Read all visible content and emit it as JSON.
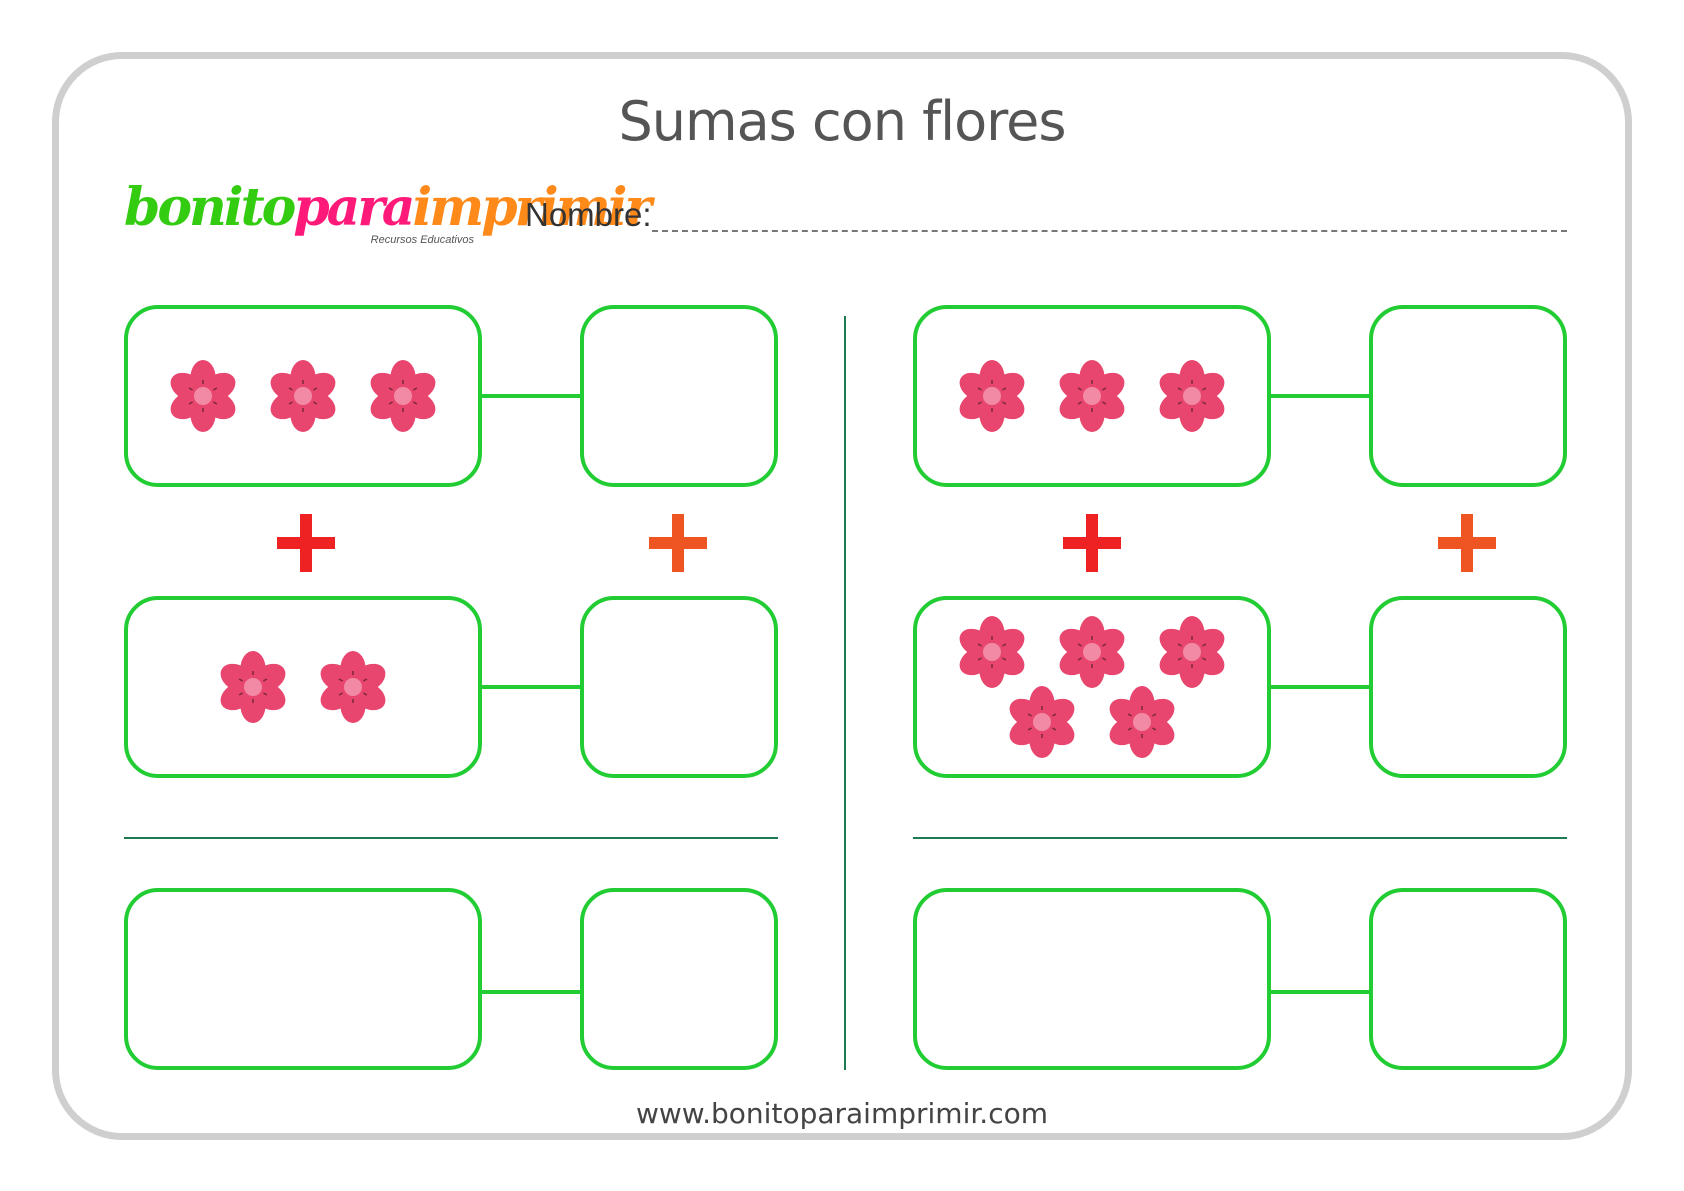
{
  "worksheet": {
    "title": "Sumas con flores",
    "logo": {
      "part1": "bonito",
      "part2": "para",
      "part3": "imprimir",
      "tagline": "Recursos Educativos"
    },
    "name_label": "Nombre:",
    "footer_url": "www.bonitoparaimprimir.com"
  },
  "exercises": [
    {
      "addend_a_flowers": 3,
      "addend_b_flowers": 2
    },
    {
      "addend_a_flowers": 3,
      "addend_b_flowers": 5
    }
  ],
  "colors": {
    "box_border": "#22cc33",
    "petal": "#e8456f",
    "flower_center": "#f28aa5",
    "plus_left": "#ee2222",
    "plus_right": "#ee5522",
    "divider": "#1e7a50"
  },
  "icons": {
    "flower": "flower-icon",
    "plus": "plus-icon"
  }
}
